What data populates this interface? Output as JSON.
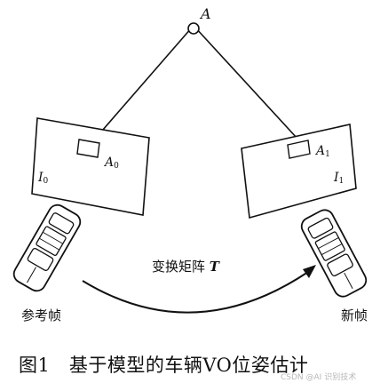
{
  "labels": {
    "point": "A",
    "point_ref_name": "A",
    "point_ref_sub": "0",
    "point_new_name": "A",
    "point_new_sub": "1",
    "image_ref_name": "I",
    "image_ref_sub": "0",
    "image_new_name": "I",
    "image_new_sub": "1"
  },
  "transform": {
    "text": "变换矩阵",
    "symbol": "T"
  },
  "frames": {
    "reference": "参考帧",
    "new": "新帧"
  },
  "caption": "图1　基于模型的车辆VO位姿估计",
  "watermark": "CSDN @AI 识别技术"
}
